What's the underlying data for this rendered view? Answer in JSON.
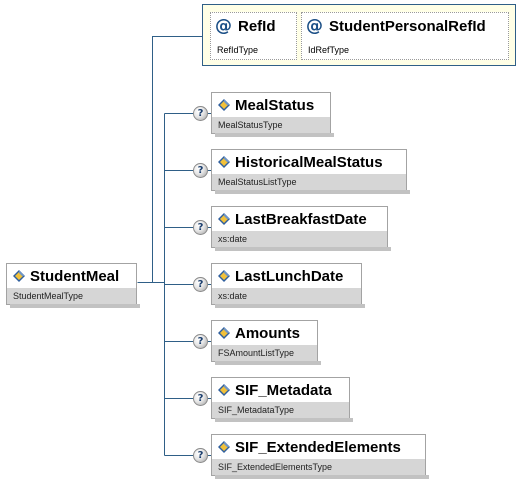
{
  "attributes": [
    {
      "name": "RefId",
      "type": "RefIdType"
    },
    {
      "name": "StudentPersonalRefId",
      "type": "IdRefType"
    }
  ],
  "root": {
    "name": "StudentMeal",
    "type": "StudentMealType"
  },
  "children": [
    {
      "name": "MealStatus",
      "type": "MealStatusType"
    },
    {
      "name": "HistoricalMealStatus",
      "type": "MealStatusListType"
    },
    {
      "name": "LastBreakfastDate",
      "type": "xs:date"
    },
    {
      "name": "LastLunchDate",
      "type": "xs:date"
    },
    {
      "name": "Amounts",
      "type": "FSAmountListType"
    },
    {
      "name": "SIF_Metadata",
      "type": "SIF_MetadataType"
    },
    {
      "name": "SIF_ExtendedElements",
      "type": "SIF_ExtendedElementsType"
    }
  ],
  "symbols": {
    "attribute_marker": "@",
    "optional_marker": "?"
  },
  "icons": {
    "element": "element-icon",
    "optional": "optional-icon",
    "attribute": "attribute-icon"
  },
  "colors": {
    "connector": "#2f5f87",
    "attribute_group_bg": "#ffffe6",
    "type_bar": "#d6d6d6"
  }
}
